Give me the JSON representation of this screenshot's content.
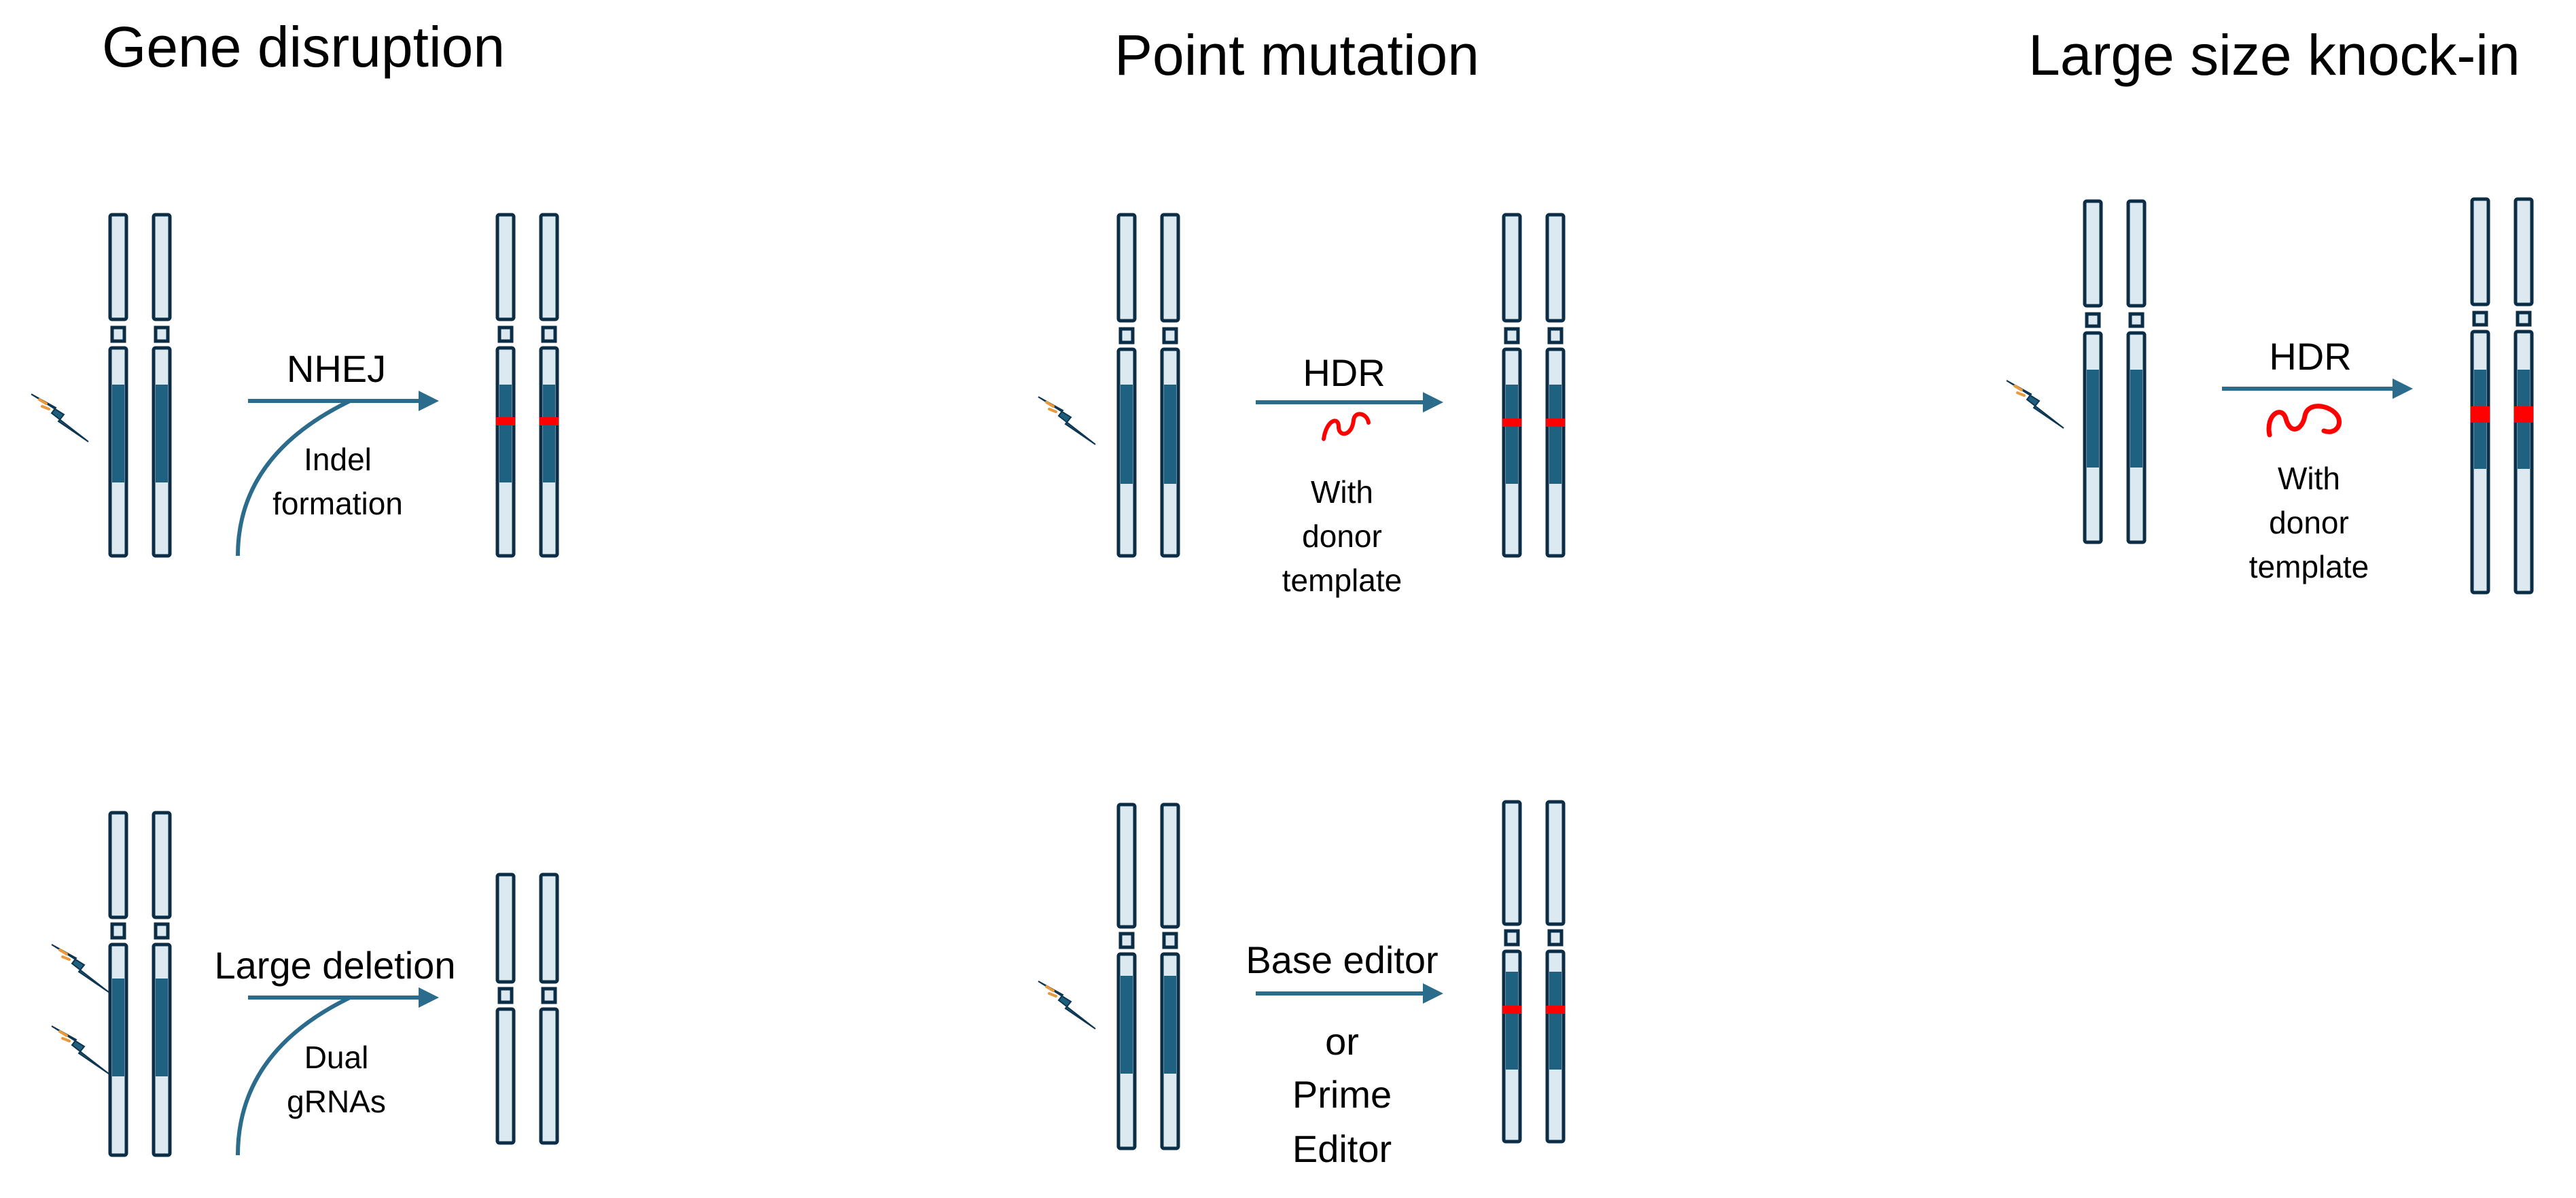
{
  "colors": {
    "chromosome_outline": "#0b2d46",
    "chromosome_fill": "#dde9f1",
    "chromosome_band": "#1e6180",
    "arrow": "#2b6b8c",
    "edit_mark": "#ff0000",
    "bolt_fill": "#1e5f7e",
    "bolt_spark": "#e89a3c"
  },
  "panels": {
    "gene_disruption": {
      "title": "Gene disruption",
      "nhej": {
        "label": "NHEJ",
        "note_line1": "Indel",
        "note_line2": "formation"
      },
      "large_deletion": {
        "label": "Large deletion",
        "note_line1": "Dual",
        "note_line2": "gRNAs"
      }
    },
    "point_mutation": {
      "title": "Point mutation",
      "hdr": {
        "label": "HDR",
        "note_line1": "With",
        "note_line2": "donor",
        "note_line3": "template"
      },
      "editors": {
        "label": "Base editor",
        "line2": "or",
        "line3": "Prime",
        "line4": "Editor"
      }
    },
    "knock_in": {
      "title": "Large size knock-in",
      "hdr": {
        "label": "HDR",
        "note_line1": "With",
        "note_line2": "donor",
        "note_line3": "template"
      }
    }
  }
}
